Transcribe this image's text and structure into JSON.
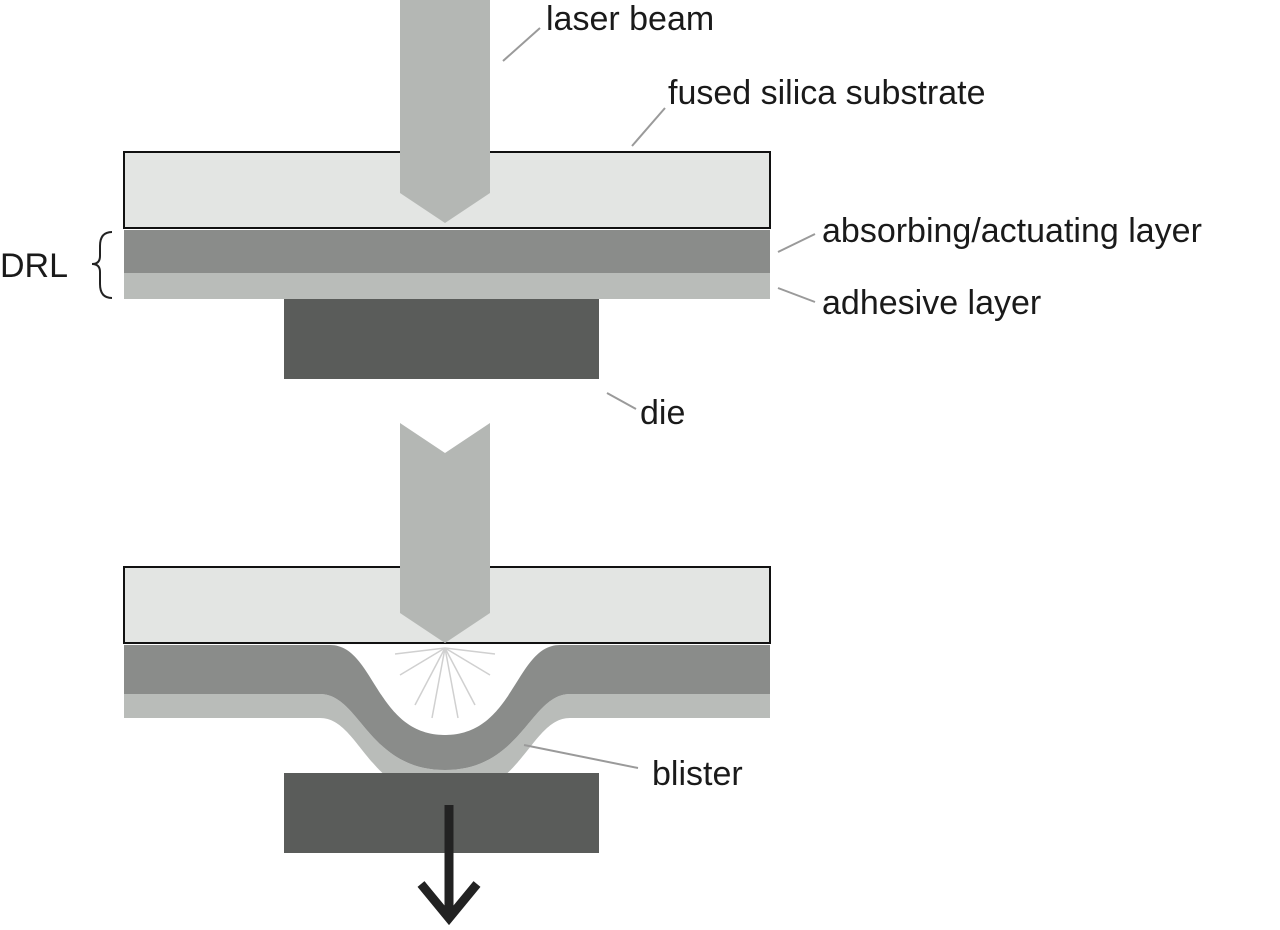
{
  "labels": {
    "laser_beam": "laser beam",
    "substrate": "fused silica substrate",
    "drl": "DRL",
    "absorbing_layer": "absorbing/actuating layer",
    "adhesive_layer": "adhesive layer",
    "die": "die",
    "blister": "blister"
  },
  "colors": {
    "substrate": "#e3e5e3",
    "absorbing_layer": "#8a8c8a",
    "adhesive_layer": "#b9bcb9",
    "die": "#5a5c5a",
    "laser_beam": "#b4b7b4",
    "outline": "#111111",
    "leader_line": "#9a9a9a"
  }
}
